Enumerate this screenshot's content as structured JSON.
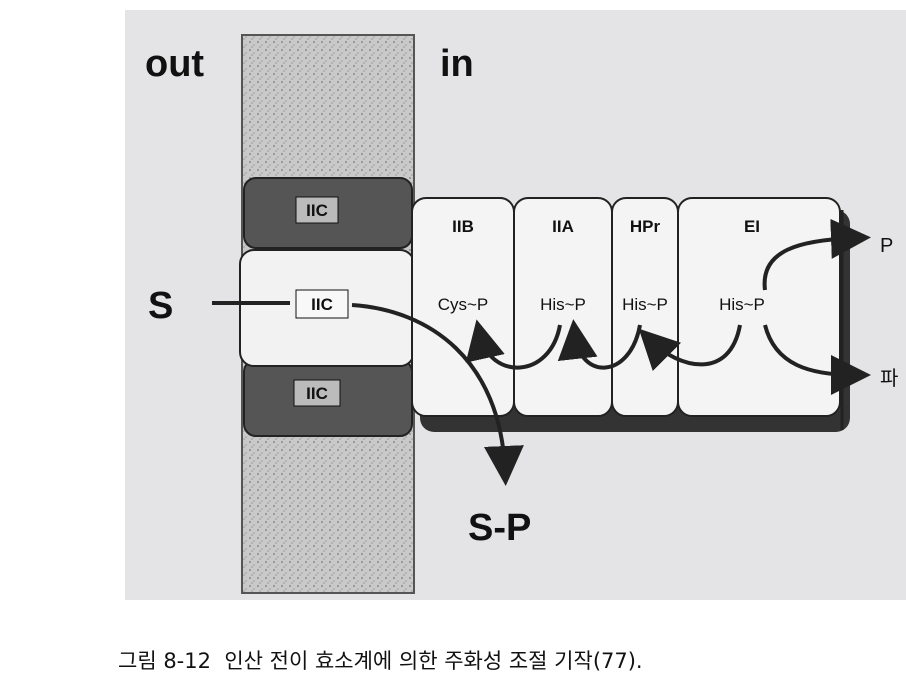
{
  "diagram": {
    "side_out": "out",
    "side_in": "in",
    "substrate": "S",
    "product": "S-P",
    "membrane_proteins": [
      "IIC",
      "IIC",
      "IIC"
    ],
    "proteins": [
      {
        "name": "IIB",
        "state": "Cys~P"
      },
      {
        "name": "IIA",
        "state": "His~P"
      },
      {
        "name": "HPr",
        "state": "His~P"
      },
      {
        "name": "EI",
        "state": "His~P"
      }
    ],
    "outputs": [
      "P",
      "파"
    ]
  },
  "caption": "그림 8-12  인산 전이 효소계에 의한 주화성 조절 기작(77)."
}
